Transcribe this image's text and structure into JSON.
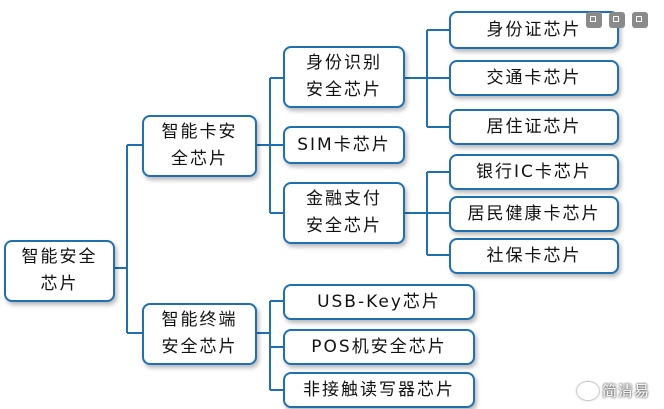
{
  "diagram": {
    "root": "智能安全\n芯片",
    "level1": {
      "card": "智能卡安\n全芯片",
      "terminal": "智能终端\n安全芯片"
    },
    "level2": {
      "id": "身份识别\n安全芯片",
      "sim": "SIM卡芯片",
      "finance": "金融支付\n安全芯片",
      "usbkey": "USB-Key芯片",
      "pos": "POS机安全芯片",
      "nfc": "非接触读写器芯片"
    },
    "level3": {
      "idcard": "身份证芯片",
      "transit": "交通卡芯片",
      "residence": "居住证芯片",
      "bankic": "银行IC卡芯片",
      "health": "居民健康卡芯片",
      "social": "社保卡芯片"
    }
  },
  "colors": {
    "border": "#1f6fb3",
    "line": "#1f6fb3"
  },
  "toolbar_icons": [
    "minimize-icon",
    "restore-icon",
    "delete-icon"
  ],
  "watermark": "简清易"
}
